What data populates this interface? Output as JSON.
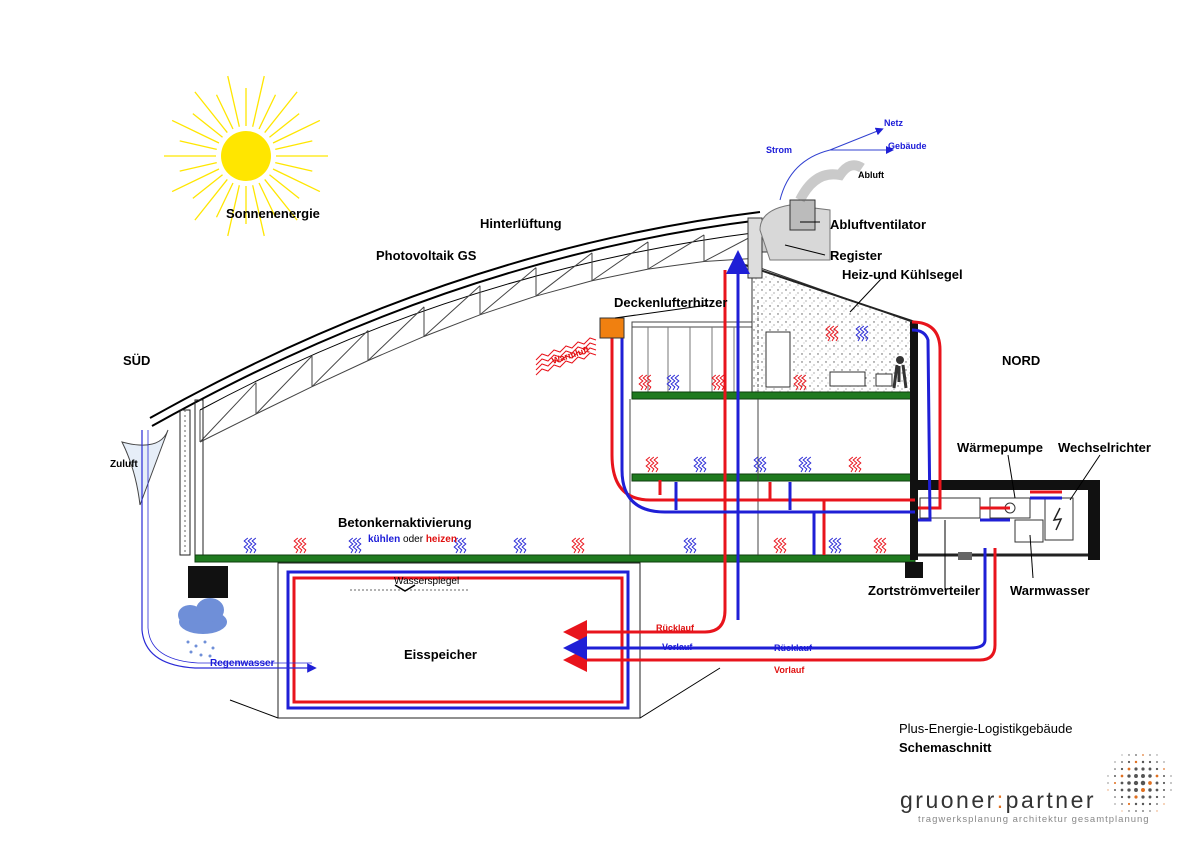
{
  "labels": {
    "sun": "Sonnenenergie",
    "hinterlueftung": "Hinterlüftung",
    "photovoltaik": "Photovoltaik GS",
    "sued": "SÜD",
    "nord": "NORD",
    "zuluft": "Zuluft",
    "regenwasser": "Regenwasser",
    "betonkern": "Betonkernaktivierung",
    "kuehlen": "kühlen",
    "oder": "oder",
    "heizen": "heizen",
    "wasserspiegel": "Wasserspiegel",
    "eisspeicher": "Eisspeicher",
    "deckenlufterhitzer": "Deckenlufterhitzer",
    "warmluft": "Warmluft",
    "abluftventilator": "Abluftventilator",
    "register": "Register",
    "heizkuehl": "Heiz-und Kühlsegel",
    "strom": "Strom",
    "netz": "Netz",
    "gebaeude": "Gebäude",
    "abluft": "Abluft",
    "waermepumpe": "Wärmepumpe",
    "wechselrichter": "Wechselrichter",
    "zortstroem": "Zortströmverteiler",
    "warmwasser": "Warmwasser",
    "ruecklauf1": "Rücklauf",
    "vorlauf1": "Vorlauf",
    "ruecklauf2": "Rücklauf",
    "vorlauf2": "Vorlauf"
  },
  "title": {
    "line1": "Plus-Energie-Logistikgebäude",
    "line2": "Schemaschnitt"
  },
  "logo": {
    "name_left": "gruoner",
    "sep": ":",
    "name_right": "partner",
    "tagline": "tragwerksplanung architektur gesamtplanung"
  },
  "colors": {
    "heating": "#e8141c",
    "cooling": "#1f1fd6",
    "slab": "#1f7a1f",
    "sun": "#ffe600",
    "heater": "#f08010"
  }
}
